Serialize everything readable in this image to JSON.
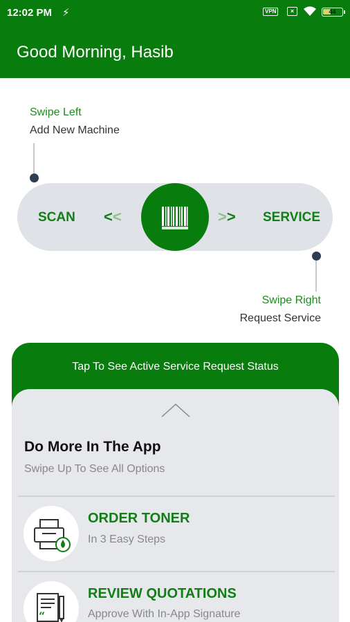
{
  "status_bar": {
    "time": "12:02 PM",
    "charging_icon": "lightning-bolt-icon",
    "vpn_label": "VPN",
    "notification_icon": "x-box-icon",
    "wifi_icon": "wifi-icon",
    "battery_level": "44"
  },
  "header": {
    "greeting": "Good Morning, Hasib"
  },
  "hints": {
    "left_title": "Swipe Left",
    "left_sub": "Add New Machine",
    "right_title": "Swipe Right",
    "right_sub": "Request Service"
  },
  "swipe_control": {
    "left_label": "SCAN",
    "right_label": "SERVICE",
    "left_chevrons": "<<",
    "right_chevrons": ">>",
    "knob_icon": "barcode-icon"
  },
  "active_request": {
    "label": "Tap To See Active Service Request Status"
  },
  "more_panel": {
    "title": "Do More In The App",
    "subtitle": "Swipe Up To See All Options",
    "options": [
      {
        "title": "ORDER TONER",
        "subtitle": "In 3 Easy Steps",
        "icon": "printer-toner-icon"
      },
      {
        "title": "REVIEW QUOTATIONS",
        "subtitle": "Approve With In-App Signature",
        "icon": "quotation-document-icon"
      }
    ]
  },
  "colors": {
    "brand_green": "#087c0c",
    "label_green": "#127e16",
    "track_gray": "#dfe2e6",
    "panel_gray": "#e6e8eb"
  }
}
